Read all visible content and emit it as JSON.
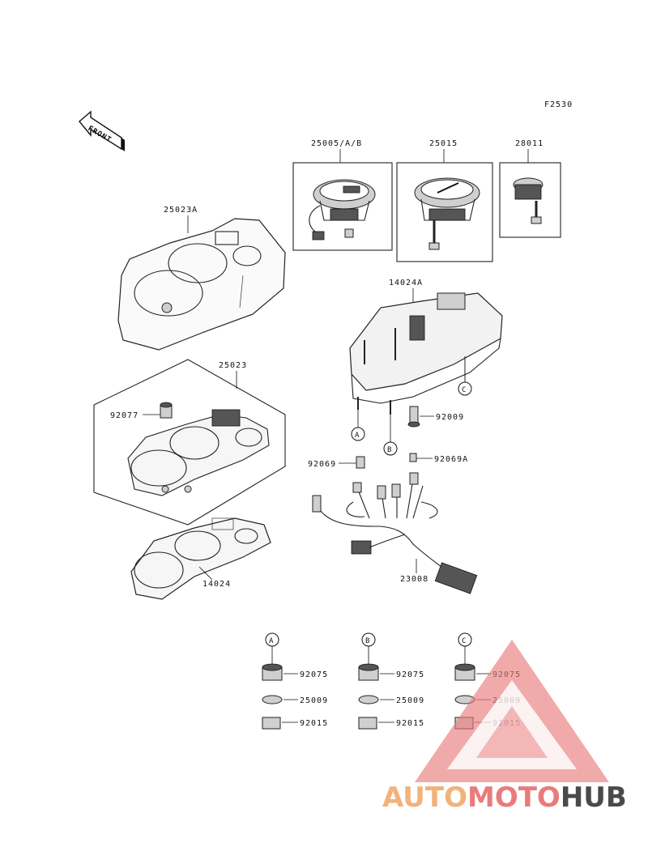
{
  "figure_code": "F2530",
  "front_label": "FRONT",
  "parts": {
    "p25005": "25005/A/B",
    "p25015": "25015",
    "p28011": "28011",
    "p25023A": "25023A",
    "p14024A": "14024A",
    "p25023": "25023",
    "p92077": "92077",
    "p92009": "92009",
    "p92069": "92069",
    "p92069A": "92069A",
    "p14024": "14024",
    "p23008": "23008"
  },
  "callouts": {
    "a": "A",
    "b": "B",
    "c": "C"
  },
  "mounting_sets": [
    {
      "marker": "A",
      "grommet": "92075",
      "washer": "25009",
      "nut": "92015"
    },
    {
      "marker": "B",
      "grommet": "92075",
      "washer": "25009",
      "nut": "92015"
    },
    {
      "marker": "C",
      "grommet": "92075",
      "washer": "25009",
      "nut": "92015"
    }
  ],
  "watermark": {
    "part1": "AUTO",
    "part2": "MOTO",
    "part3": "HUB",
    "color1": "#f2b27a",
    "color2": "#ea7b7b",
    "color3": "#4a4a4a"
  }
}
